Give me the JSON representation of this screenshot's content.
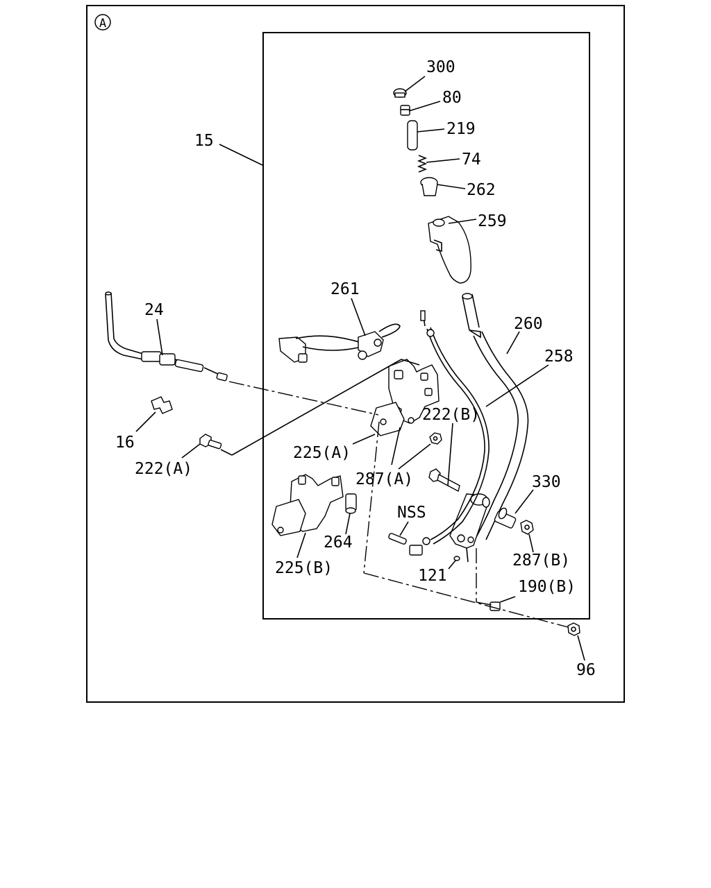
{
  "view_marker": "A",
  "labels": {
    "p300": "300",
    "p80": "80",
    "p219": "219",
    "p74": "74",
    "p262": "262",
    "p259": "259",
    "p15": "15",
    "p261": "261",
    "p24": "24",
    "p260": "260",
    "p258": "258",
    "p16": "16",
    "p222b": "222(B)",
    "p225a": "225(A)",
    "p222a": "222(A)",
    "p287a": "287(A)",
    "p330": "330",
    "pNSS": "NSS",
    "p264": "264",
    "p287b": "287(B)",
    "p225b": "225(B)",
    "p121": "121",
    "p190b": "190(B)",
    "p96": "96"
  }
}
